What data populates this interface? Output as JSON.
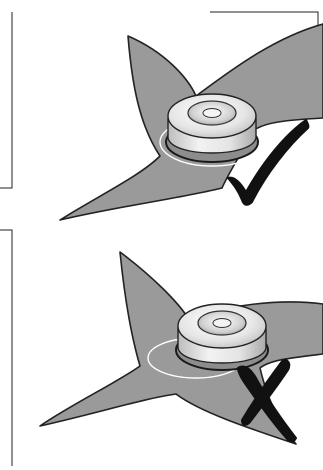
{
  "figure": {
    "panels": [
      {
        "id": "correct",
        "mark": "check-mark",
        "state": "correct"
      },
      {
        "id": "incorrect",
        "mark": "cross-mark",
        "state": "incorrect"
      }
    ],
    "colors": {
      "blade": "#9a9a9a",
      "blade_outline": "#222222",
      "mark": "#111111",
      "frame": "#222222"
    }
  }
}
